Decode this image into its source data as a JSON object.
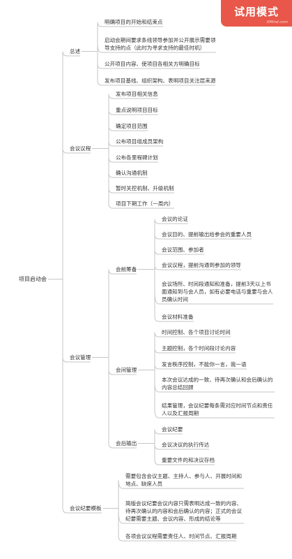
{
  "badge": {
    "title": "试用模式",
    "subtitle": "XMind.com"
  },
  "root": "项目启动会",
  "branches": [
    {
      "label": "总述",
      "children": [
        "明确项目的开始和结束点",
        "启动会期间要求条线领导参加并公开展示需要领导支持的点（此时为寻求支持的最佳时机）",
        "公开项目内容、使项目各相关方明确目标",
        "发布项目基线、组织架构、表明项目关注层来源"
      ]
    },
    {
      "label": "会议议程",
      "children": [
        "发布项目相关信息",
        "重点说明项目目标",
        "确定项目范围",
        "公布项目组成员架构",
        "公布各里程碑计划",
        "确认沟通机制",
        "暂时关控机制、升级机制",
        "项目下期工作（一周内）"
      ]
    },
    {
      "label": "会议管理",
      "groups": [
        {
          "label": "会前筹备",
          "children": [
            "会议的论证",
            "会议目的、提前输出给参会的重要人员",
            "会议范围、参加者",
            "会议议程，提前沟通到参加的领导",
            "会议场所、时间段通知和准备，提前3天以上书面通知到与会人员，如有必要电话与重要与会人员确认时间",
            "会议材料准备"
          ]
        },
        {
          "label": "会间管理",
          "children": [
            "时间控制、各个项目讨论时间",
            "主题控制，各个时间段讨论内容",
            "发言秩序控制，不能你一言，我一语",
            "本次会议达成的一致、待再次确认和会后确认的内容总结回顾",
            "结果管理，会议纪要每条需对应时间节点和责任人以及汇报周期"
          ]
        },
        {
          "label": "会后输出",
          "children": [
            "会议纪要",
            "会议决议的执行传达",
            "重要文件的和决议存档"
          ]
        }
      ]
    },
    {
      "label": "会议纪要模板",
      "children": [
        "需要包含会议主题、主持人、参与人、开展时间和地点、缺席人员",
        "简版会议纪要会议内容只需表明达成一致的内容、待再次确认的内容和会后确认的内容；正式的会议纪要需要主题、会议内容、形成的结论等",
        "各项会议议程需要责任人、时间节点、汇报周期"
      ]
    }
  ],
  "colors": {
    "line": "#c6c6c6",
    "badge": "#e8574a",
    "text": "#333333"
  }
}
